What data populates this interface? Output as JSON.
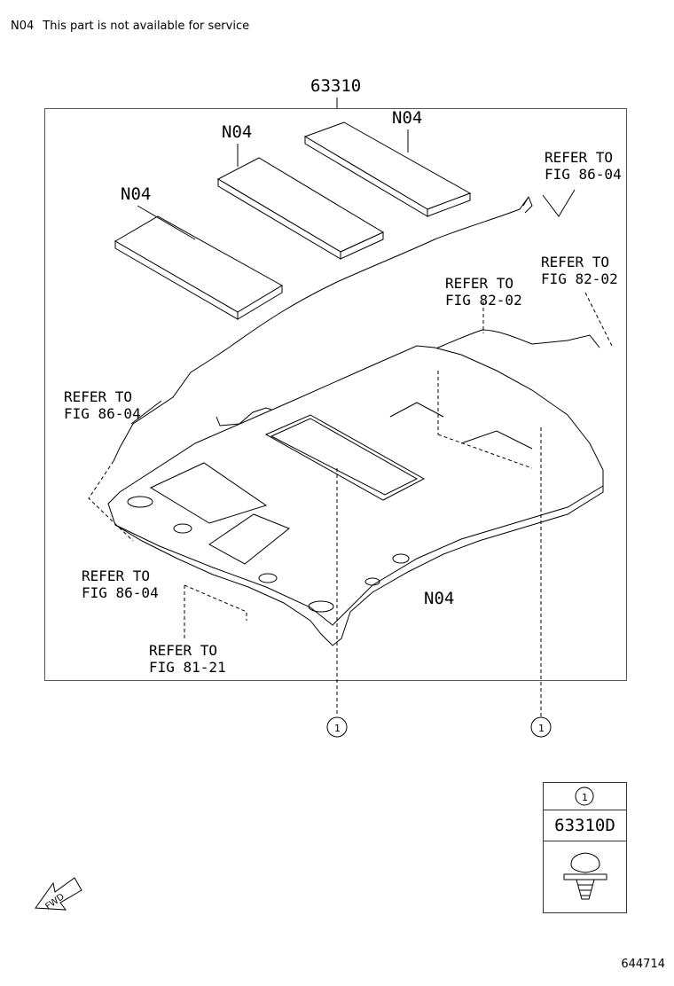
{
  "note": {
    "code": "N04",
    "text": "This part is not available for service"
  },
  "assembly_part": "63310",
  "callouts": {
    "n04_left": "N04",
    "n04_mid": "N04",
    "n04_right": "N04",
    "n04_headliner": "N04"
  },
  "refs": {
    "ref_top_right": [
      "REFER TO",
      "FIG 86-04"
    ],
    "ref_right_82": [
      "REFER TO",
      "FIG 82-02"
    ],
    "ref_mid_82": [
      "REFER TO",
      "FIG 82-02"
    ],
    "ref_left_86": [
      "REFER TO",
      "FIG 86-04"
    ],
    "ref_lowleft_86": [
      "REFER TO",
      "FIG 86-04"
    ],
    "ref_bottom_81": [
      "REFER TO",
      "FIG 81-21"
    ]
  },
  "clip_markers": [
    "1",
    "1"
  ],
  "legend": {
    "marker": "1",
    "part_number": "63310D"
  },
  "fwd_label": "FWD",
  "diagram_id": "644714"
}
